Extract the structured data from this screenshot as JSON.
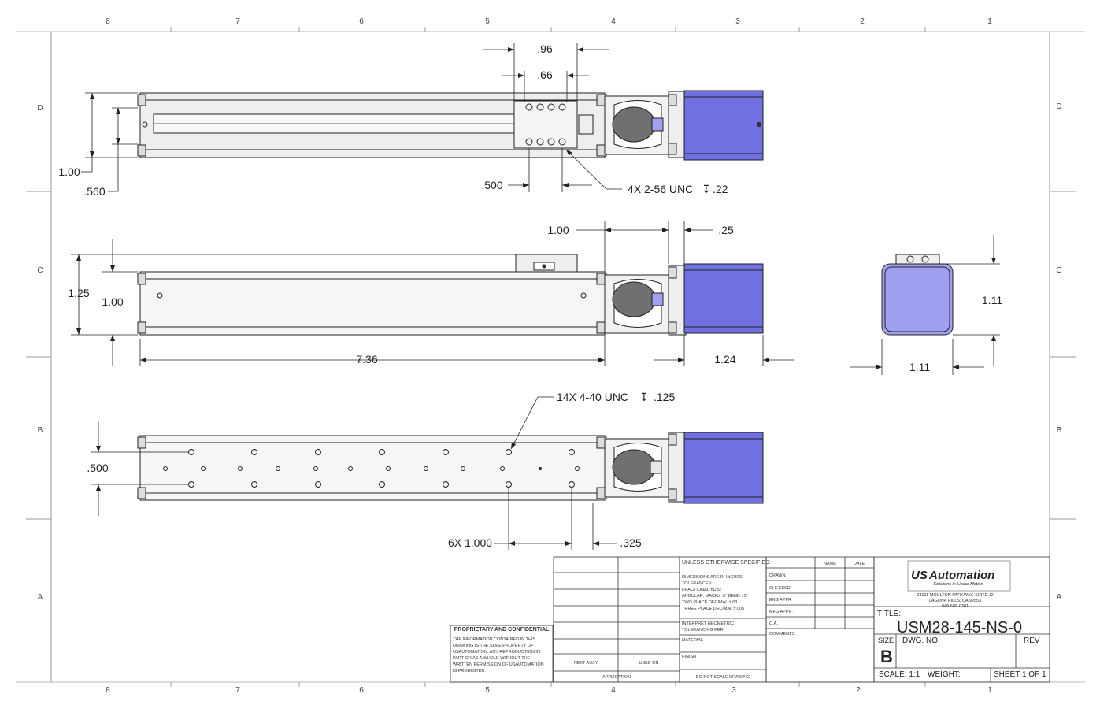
{
  "colors": {
    "motor": "#7070e0",
    "motor_light": "#a0a0f0",
    "body": "#e8e8e8",
    "line": "#222222",
    "logo_red": "#cc2222",
    "logo_blue": "#2233aa"
  },
  "zones": {
    "columns_top": [
      "8",
      "7",
      "6",
      "5",
      "4",
      "3",
      "2",
      "1"
    ],
    "columns_bottom": [
      "8",
      "7",
      "6",
      "5",
      "4",
      "3",
      "2",
      "1"
    ],
    "rows_left": [
      "D",
      "C",
      "B",
      "A"
    ],
    "rows_right": [
      "D",
      "C",
      "B",
      "A"
    ]
  },
  "top_view": {
    "dim_96": ".96",
    "dim_66": ".66",
    "dim_100": "1.00",
    "dim_560": ".560",
    "dim_500": ".500",
    "hole_note": "4X 2-56 UNC",
    "hole_depth_symbol": "↧",
    "hole_depth": ".22"
  },
  "front_view": {
    "dim_100_top": "1.00",
    "dim_25": ".25",
    "dim_125": "1.25",
    "dim_100_side": "1.00",
    "dim_736": "7.36",
    "dim_124": "1.24"
  },
  "end_view": {
    "dim_111_height": "1.11",
    "dim_111_width": "1.11"
  },
  "bottom_view": {
    "hole_note": "14X 4-40 UNC",
    "hole_depth_symbol": "↧",
    "hole_depth": ".125",
    "dim_500": ".500",
    "dim_pitch": "6X 1.000",
    "dim_325": ".325"
  },
  "title_block": {
    "unless": "UNLESS OTHERWISE SPECIFIED:",
    "name_header": "NAME",
    "date_header": "DATE",
    "rows": [
      "DRAWN",
      "CHECKED",
      "ENG APPR.",
      "MFG APPR.",
      "Q.A.",
      "COMMENTS:"
    ],
    "tolerances": [
      "DIMENSIONS ARE IN INCHES",
      "TOLERANCES:",
      "FRACTIONAL ±1/32",
      "ANGULAR: MACH± .5° BEND ±1°",
      "TWO PLACE DECIMAL ±.03",
      "THREE PLACE DECIMAL ±.005"
    ],
    "geometric": [
      "INTERPRET GEOMETRIC",
      "TOLERANCING PER:"
    ],
    "material": "MATERIAL",
    "finish": "FINISH",
    "next_assy": "NEXT ASSY",
    "used_on": "USED ON",
    "application": "APPLICATION",
    "do_not_scale": "DO NOT SCALE DRAWING",
    "proprietary_title": "PROPRIETARY AND CONFIDENTIAL",
    "proprietary_text": [
      "THE INFORMATION CONTAINED IN THIS",
      "DRAWING IS THE SOLE PROPERTY OF",
      "USAUTOMATION. ANY REPRODUCTION IN",
      "PART OR AS A WHOLE WITHOUT THE",
      "WRITTEN PERMISSION OF USAUTOMATION",
      "IS PROHIBITED."
    ],
    "logo_us": "US",
    "logo_automation": "Automation",
    "logo_tagline": "Solutions in Linear Motion",
    "address": [
      "23011 MOULTON PARKWAY, SUITE J2",
      "LAGUNA HILLS, CA 92653",
      "949-588-0381"
    ],
    "title_label": "TITLE:",
    "title_value": "USM28-145-NS-0",
    "size_label": "SIZE",
    "size_value": "B",
    "dwg_label": "DWG.  NO.",
    "rev_label": "REV",
    "scale": "SCALE: 1:1",
    "weight": "WEIGHT:",
    "sheet": "SHEET 1 OF 1"
  }
}
